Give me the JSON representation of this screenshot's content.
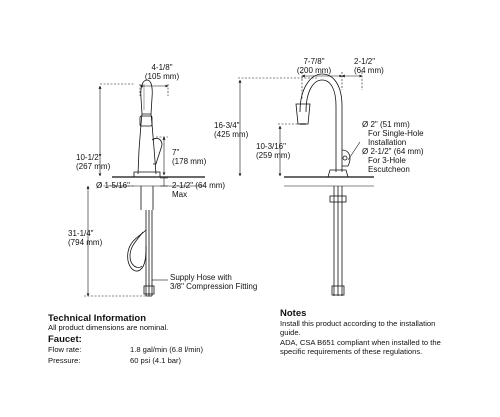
{
  "left_view": {
    "top_width": "4-1/8\"",
    "top_width_mm": "(105 mm)",
    "handle_height": "7\"",
    "handle_height_mm": "(178 mm)",
    "reach_depth": "10-1/2\"",
    "reach_depth_mm": "(267 mm)",
    "base_diameter": "Ø 1-5/16\"",
    "deck_thickness": "2-1/2\" (64 mm)",
    "deck_thickness_max": "Max",
    "hose_length": "31-1/4\"",
    "hose_length_mm": "(794 mm)",
    "supply_hose_line1": "Supply Hose with",
    "supply_hose_line2": "3/8\" Compression Fitting"
  },
  "right_view": {
    "spout_reach": "7-7/8\"",
    "spout_reach_mm": "(200 mm)",
    "escutcheon_offset": "2-1/2\"",
    "escutcheon_offset_mm": "(64 mm)",
    "overall_height": "16-3/4\"",
    "overall_height_mm": "(425 mm)",
    "spout_height": "10-3/16\"",
    "spout_height_mm": "(259 mm)",
    "hole_note_line1": "Ø 2\" (51 mm)",
    "hole_note_line2": "For Single-Hole",
    "hole_note_line3": "Installation",
    "hole_note_line4": "Ø 2-1/2\" (64 mm)",
    "hole_note_line5": "For 3-Hole",
    "hole_note_line6": "Escutcheon"
  },
  "technical": {
    "title": "Technical Information",
    "subtitle": "All product dimensions are nominal.",
    "faucet_heading": "Faucet:",
    "flow_rate_label": "Flow rate:",
    "flow_rate_value": "1.8 gal/min (6.8 l/min)",
    "pressure_label": "Pressure:",
    "pressure_value": "60 psi (4.1 bar)"
  },
  "notes": {
    "title": "Notes",
    "line1": "Install this product according to the installation",
    "line2": "guide.",
    "line3": "ADA, CSA B651 compliant when installed to the",
    "line4": "specific requirements of these regulations."
  }
}
